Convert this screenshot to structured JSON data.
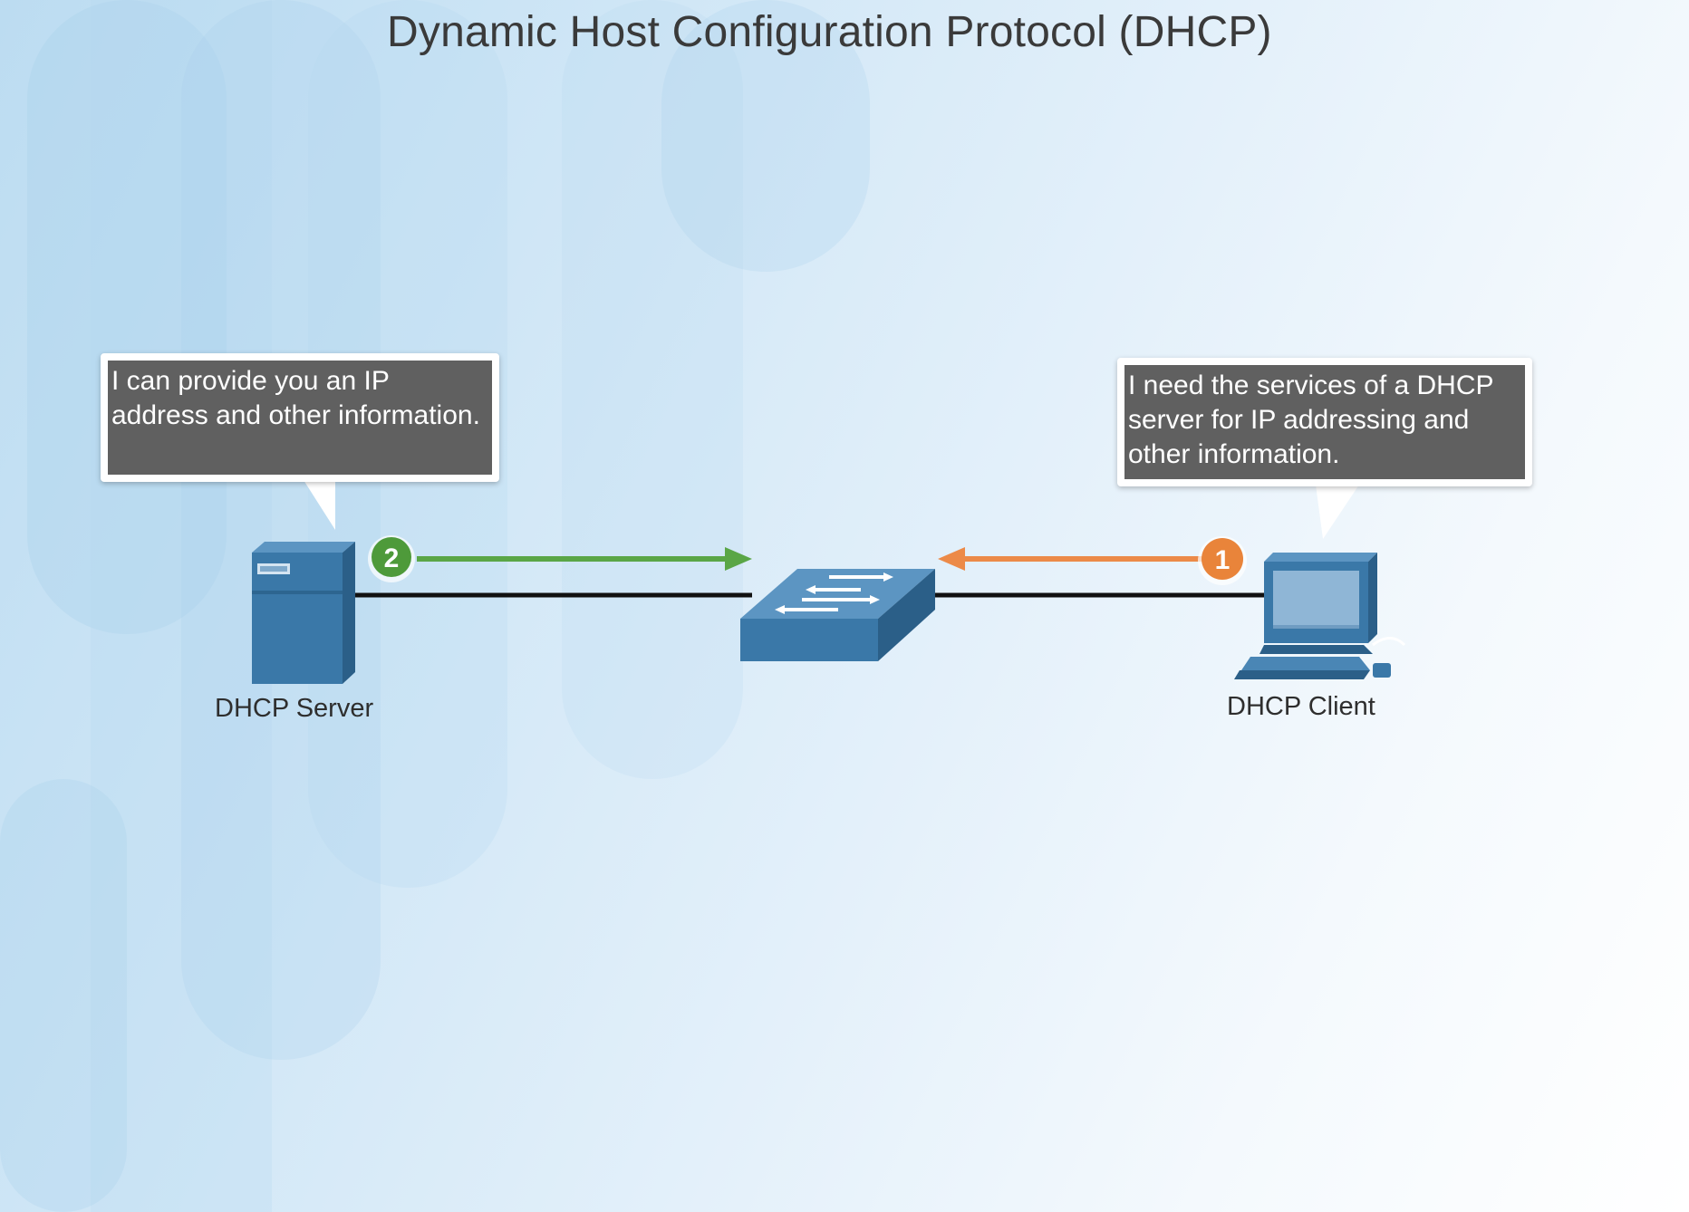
{
  "title": "Dynamic Host Configuration Protocol (DHCP)",
  "server": {
    "label": "DHCP Server",
    "bubble_text": "I can provide you an IP address and other information.",
    "step": "2",
    "step_color": "#4e9a3a",
    "arrow_color": "#5aa646"
  },
  "client": {
    "label": "DHCP Client",
    "bubble_text": "I need the services of a DHCP server for IP addressing and other information.",
    "step": "1",
    "step_color": "#e9843a",
    "arrow_color": "#ec8a48"
  },
  "device_color": "#3a78a8",
  "icons": [
    "server-icon",
    "switch-icon",
    "computer-icon"
  ]
}
